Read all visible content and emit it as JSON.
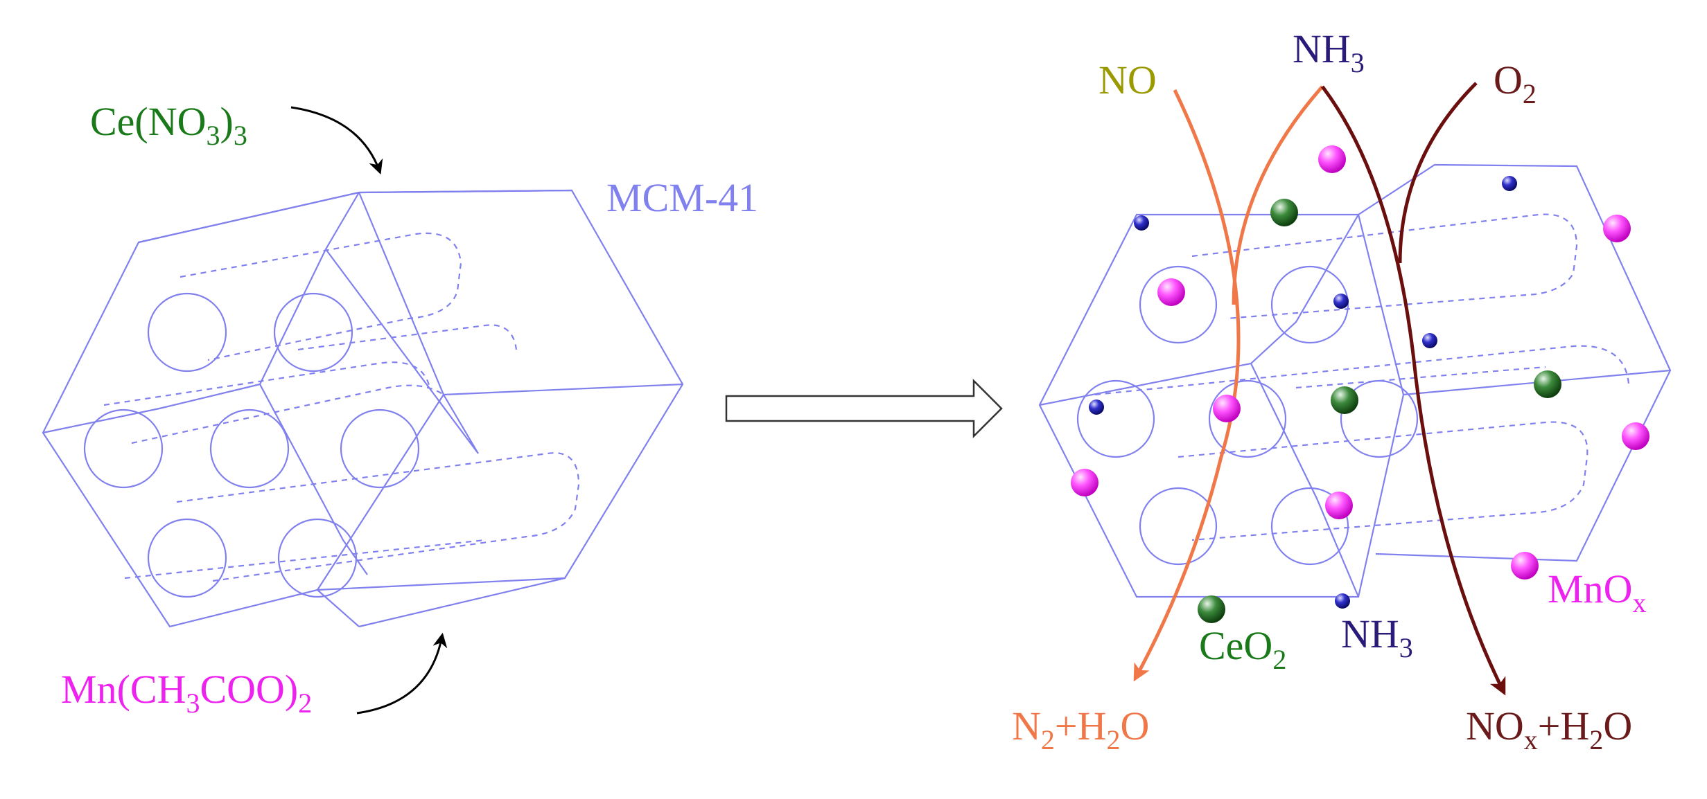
{
  "left": {
    "precursor_ce": {
      "text": "Ce(NO",
      "sub1": "3",
      "close": ")",
      "sub2": "3"
    },
    "precursor_mn": {
      "text": "Mn(CH",
      "sub1": "3",
      "mid": "COO)",
      "sub2": "2"
    },
    "support": "MCM-41"
  },
  "right": {
    "reactant_no": "NO",
    "reactant_nh3": {
      "text": "NH",
      "sub": "3"
    },
    "reactant_o2": {
      "text": "O",
      "sub": "2"
    },
    "product_n2": {
      "a": "N",
      "sub1": "2",
      "b": "+H",
      "sub2": "2",
      "c": "O"
    },
    "product_nox": {
      "a": "NO",
      "sub1": "x",
      "b": "+H",
      "sub2": "2",
      "c": "O"
    },
    "label_ceo2": {
      "text": "CeO",
      "sub": "2"
    },
    "label_nh3": {
      "text": "NH",
      "sub": "3"
    },
    "label_mnox": {
      "text": "MnO",
      "sub": "x"
    }
  },
  "colors": {
    "framework": "#8080ee",
    "ce_precursor": "#1a7a1a",
    "mn_precursor": "#ee22ee",
    "no": "#9a9a00",
    "nh3": "#2a1a7a",
    "o2": "#6a1a1a",
    "orange_arrow": "#f07848",
    "dark_arrow": "#6a0e0e",
    "mnox_sphere": "#ff44ff",
    "ceo2_sphere": "#2a7a2a",
    "nh3_sphere": "#2020aa"
  }
}
